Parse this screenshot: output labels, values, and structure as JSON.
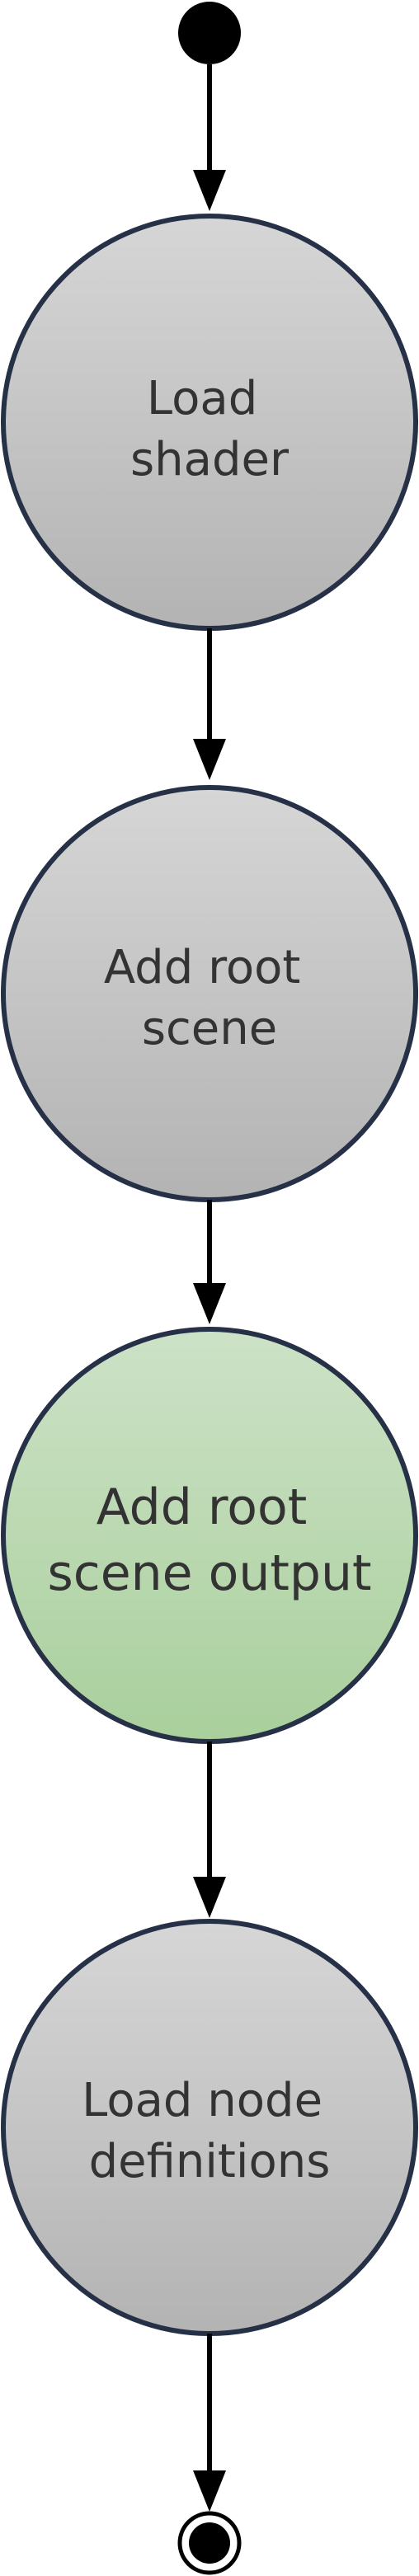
{
  "diagram": {
    "nodes": [
      {
        "id": "load-shader",
        "lines": [
          "Load",
          "shader"
        ],
        "highlighted": false
      },
      {
        "id": "add-root-scene",
        "lines": [
          "Add root",
          "scene"
        ],
        "highlighted": false
      },
      {
        "id": "add-root-scene-output",
        "lines": [
          "Add root",
          "scene output"
        ],
        "highlighted": true
      },
      {
        "id": "load-node-definitions",
        "lines": [
          "Load node",
          "definitions"
        ],
        "highlighted": false
      }
    ],
    "colors": {
      "node_fill_top": "#d6d6d6",
      "node_fill_bottom": "#b3b3b3",
      "highlight_fill_top": "#cde2c7",
      "highlight_fill_bottom": "#a9cf9c",
      "node_stroke": "#263046",
      "arrow": "#000000",
      "text": "#333333"
    }
  }
}
